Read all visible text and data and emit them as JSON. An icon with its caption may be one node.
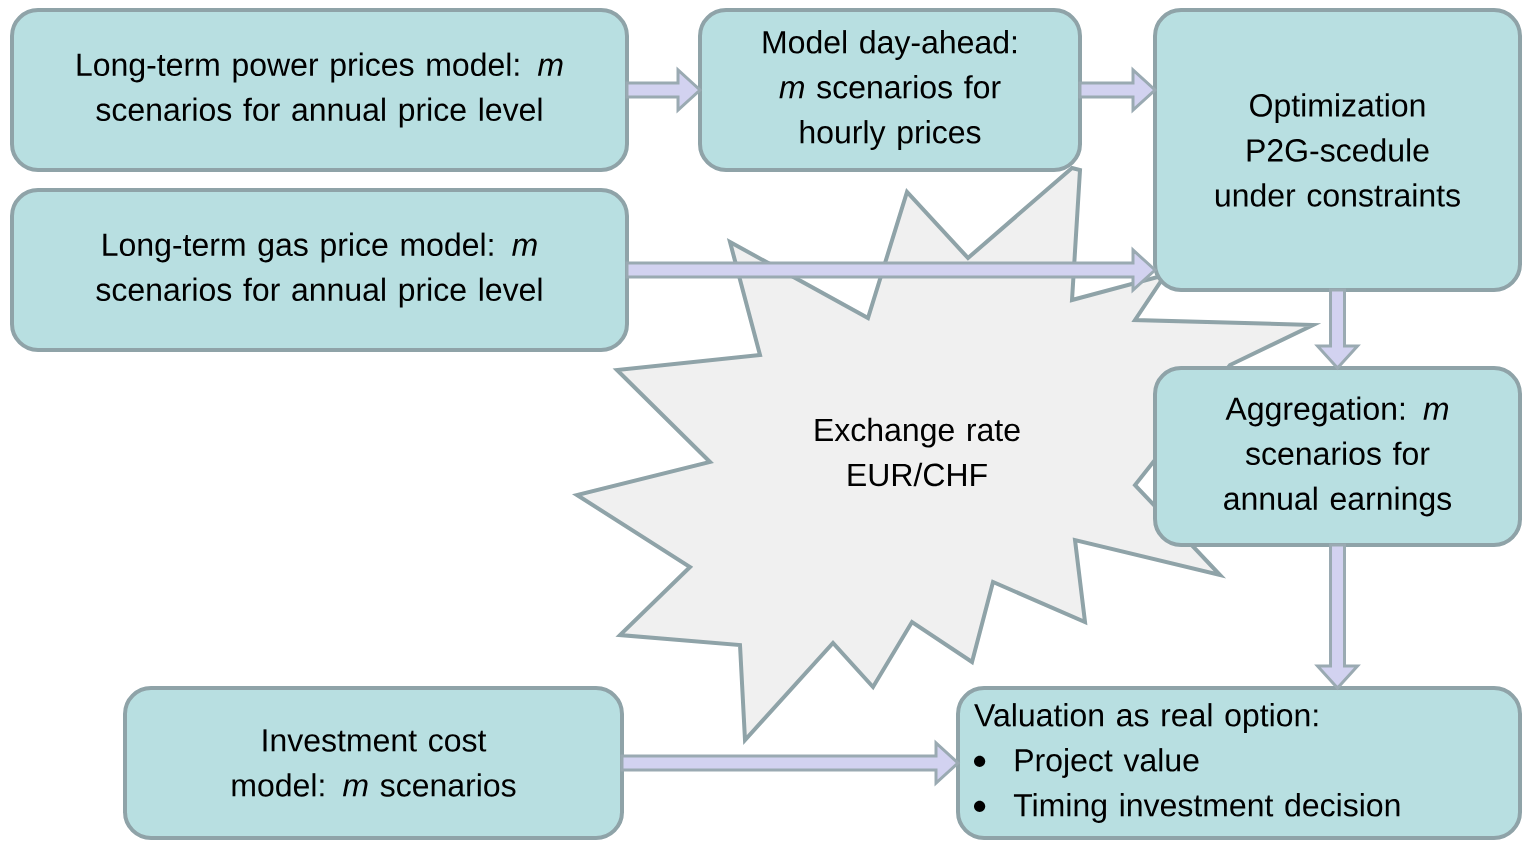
{
  "diagram": {
    "nodes": [
      {
        "text": [
          "Long-term power prices model: *m* scenarios for annual price level"
        ]
      },
      {
        "text": [
          "Model day-ahead: *m* scenarios for hourly prices"
        ]
      },
      {
        "text": [
          "Optimization P2G-scedule under constraints"
        ]
      },
      {
        "text": [
          "Long-term gas price model: *m* scenarios for annual price level"
        ]
      },
      {
        "text": [
          "Exchange rate EUR/CHF"
        ]
      },
      {
        "text": [
          "Aggregation: *m* scenarios for annual earnings"
        ]
      },
      {
        "text": [
          "Investment cost model: *m* scenarios"
        ]
      },
      {
        "text": [
          "Valuation as real option:",
          "Project value",
          "Timing investment decision"
        ]
      }
    ],
    "edges": [
      {
        "from": 0,
        "to": 1,
        "arrow": "to"
      },
      {
        "from": 1,
        "to": 2,
        "arrow": "to"
      },
      {
        "from": 3,
        "to": 2,
        "arrow": "to"
      },
      {
        "from": 2,
        "to": 5,
        "arrow": "to"
      },
      {
        "from": 5,
        "to": 7,
        "arrow": "to"
      },
      {
        "from": 6,
        "to": 7,
        "arrow": "to"
      }
    ]
  }
}
